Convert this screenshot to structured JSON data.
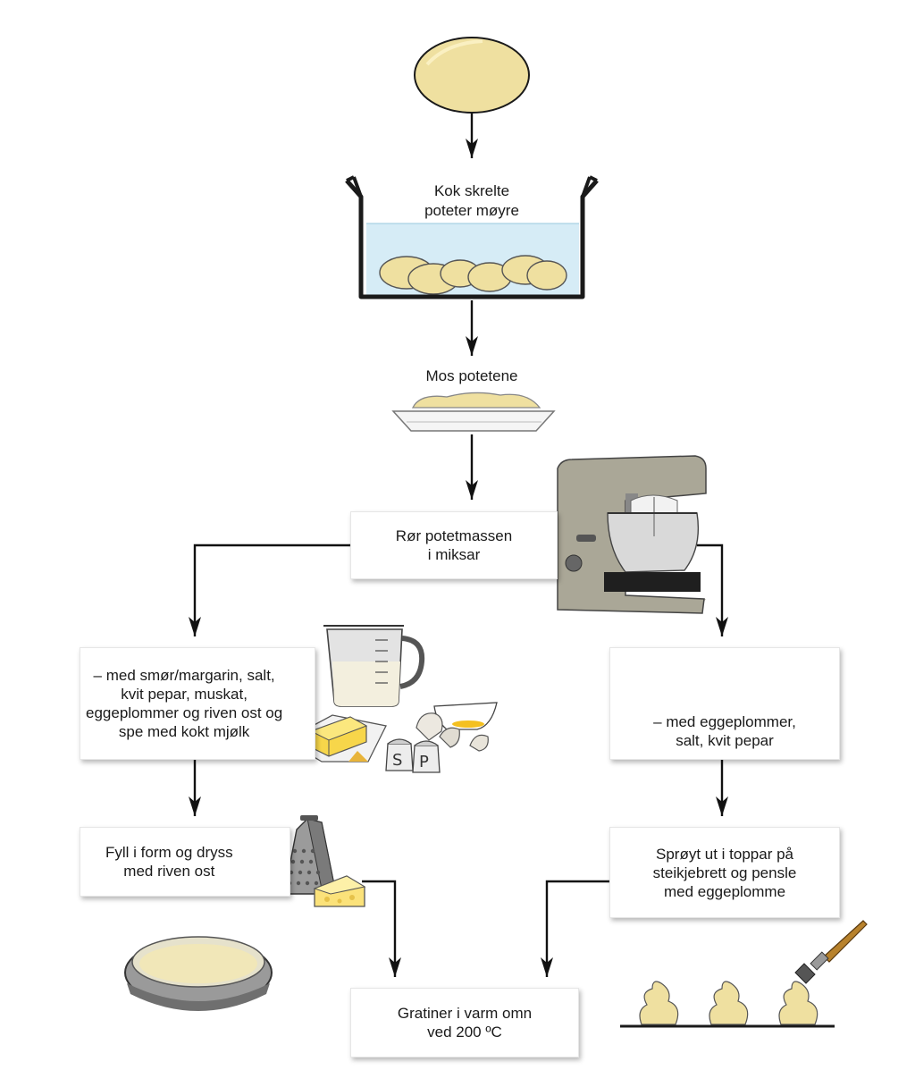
{
  "steps": {
    "boil": [
      "Kok skrelte",
      "poteter møyre"
    ],
    "mash": [
      "Mos potetene"
    ],
    "mix": [
      "Rør potetmassen",
      "i miksar"
    ],
    "left_mix": [
      "– med smør/margarin, salt,",
      "kvit pepar, muskat,",
      "eggeplommer og riven ost og",
      "spe med kokt mjølk"
    ],
    "right_mix": [
      "– med eggeplommer,",
      "salt, kvit pepar"
    ],
    "left_fill": [
      "Fyll i form og dryss",
      "med riven ost"
    ],
    "right_pipe": [
      "Sprøyt ut i toppar på",
      "steikjebrett og pensle",
      "med eggeplomme"
    ],
    "gratin": [
      "Gratiner i varm omn",
      "ved 200 ºC"
    ]
  },
  "shaker_labels": {
    "salt": "S",
    "pepper": "P"
  },
  "colors": {
    "potato": "#efe0a0",
    "water": "#d6ecf6",
    "butter": "#f7d64a",
    "mixer": "#a8a594",
    "arrow": "#111111"
  },
  "icons": [
    "potato-icon",
    "pot-icon",
    "plate-icon",
    "stand-mixer-icon",
    "measuring-jug-icon",
    "butter-icon",
    "eggshell-icon",
    "salt-shaker-icon",
    "pepper-shaker-icon",
    "grater-icon",
    "cheese-icon",
    "gratin-dish-icon",
    "duchess-potato-icon",
    "brush-icon"
  ]
}
